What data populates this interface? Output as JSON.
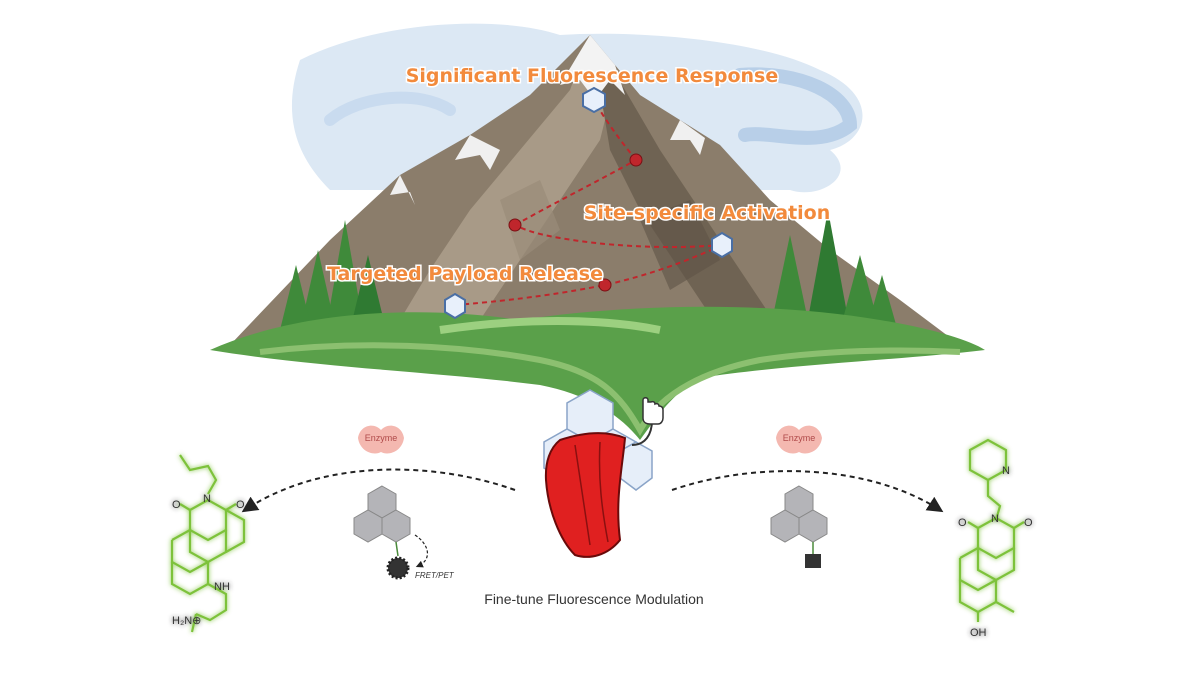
{
  "labels": {
    "peak": "Significant Fluorescence Response",
    "middle": "Site-specific Activation",
    "lower": "Targeted Payload Release",
    "caption": "Fine-tune Fluorescence Modulation"
  },
  "enzymes": {
    "left": "Enzyme",
    "right": "Enzyme"
  },
  "mechanism": "FRET/PET",
  "molecules": {
    "left": {
      "carbonyl_top": "O",
      "carbonyl_bottom": "O",
      "ring_n": "N",
      "amine": "NH",
      "terminal": "H₂N⊕"
    },
    "right": {
      "pyridine_n": "N",
      "carbonyl_top": "O",
      "carbonyl_bottom": "O",
      "ring_n": "N",
      "hydroxyl": "OH"
    }
  },
  "colors": {
    "label_orange": "#f28a3c",
    "path_red": "#c0262c",
    "hex_blue": "#4a6fa5",
    "molecule_green": "#7dc23a",
    "cape_red": "#e02020",
    "grass": "#5aa04a",
    "mountain": "#8b7d6b"
  }
}
